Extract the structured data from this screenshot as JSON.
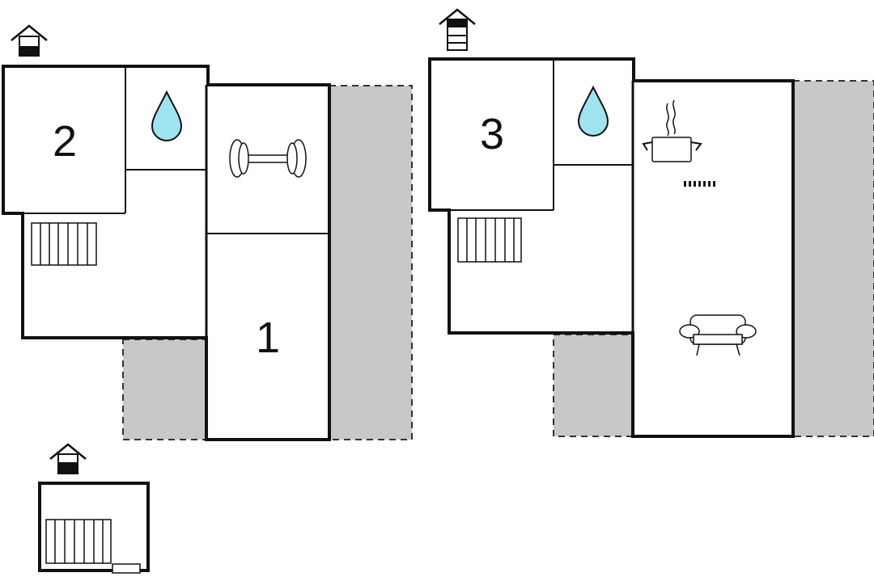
{
  "rooms": {
    "r1": "1",
    "r2": "2",
    "r3": "3"
  },
  "icons": {
    "floor_marker": "house-floor-icon",
    "bathroom": "water-drop-icon",
    "gym": "dumbbell-icon",
    "kitchen": "cooking-pot-icon",
    "living": "sofa-icon",
    "stairs": "stairs-icon"
  },
  "colors": {
    "terrace": "#c8c8c8",
    "water": "#9fe3ef",
    "walls": "#111111"
  }
}
